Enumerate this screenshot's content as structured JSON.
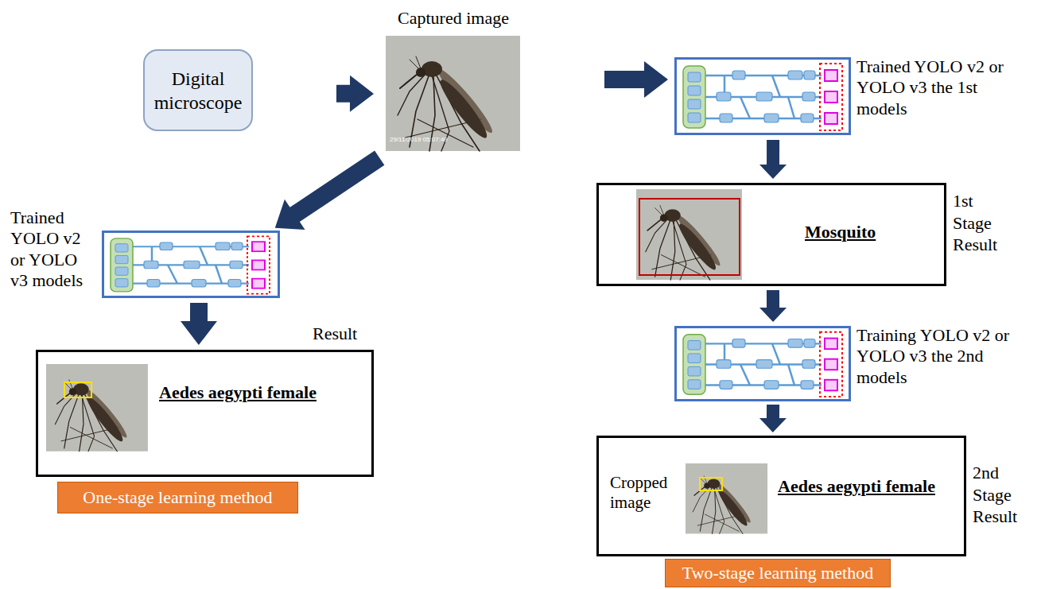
{
  "diagram": {
    "nodes": [
      {
        "text": [
          "Digital microscope"
        ]
      },
      {
        "text": [
          "Captured image"
        ]
      },
      {
        "text": [
          "Trained YOLO v2 or YOLO v3 the 1st models"
        ]
      },
      {
        "text": [
          "Mosquito",
          "1st Stage Result"
        ]
      },
      {
        "text": [
          "Trained YOLO v2 or YOLO v3 models"
        ]
      },
      {
        "text": [
          "Training YOLO v2 or YOLO v3 the 2nd models"
        ]
      },
      {
        "text": [
          "Result",
          "Aedes aegypti female"
        ]
      },
      {
        "text": [
          "Cropped image",
          "Aedes aegypti female",
          "2nd Stage Result"
        ]
      },
      {
        "text": [
          "One-stage learning method"
        ]
      },
      {
        "text": [
          "Two-stage learning method"
        ]
      }
    ],
    "edges": [
      {
        "from": 0,
        "to": 1,
        "arrow": "to"
      },
      {
        "from": 1,
        "to": 2,
        "arrow": "to"
      },
      {
        "from": 2,
        "to": 3,
        "arrow": "to"
      },
      {
        "from": 3,
        "to": 5,
        "arrow": "to"
      },
      {
        "from": 5,
        "to": 7,
        "arrow": "to"
      },
      {
        "from": 1,
        "to": 4,
        "arrow": "to"
      },
      {
        "from": 4,
        "to": 6,
        "arrow": "to"
      }
    ],
    "labels": [
      "29/11/2019 05:07:49"
    ]
  }
}
